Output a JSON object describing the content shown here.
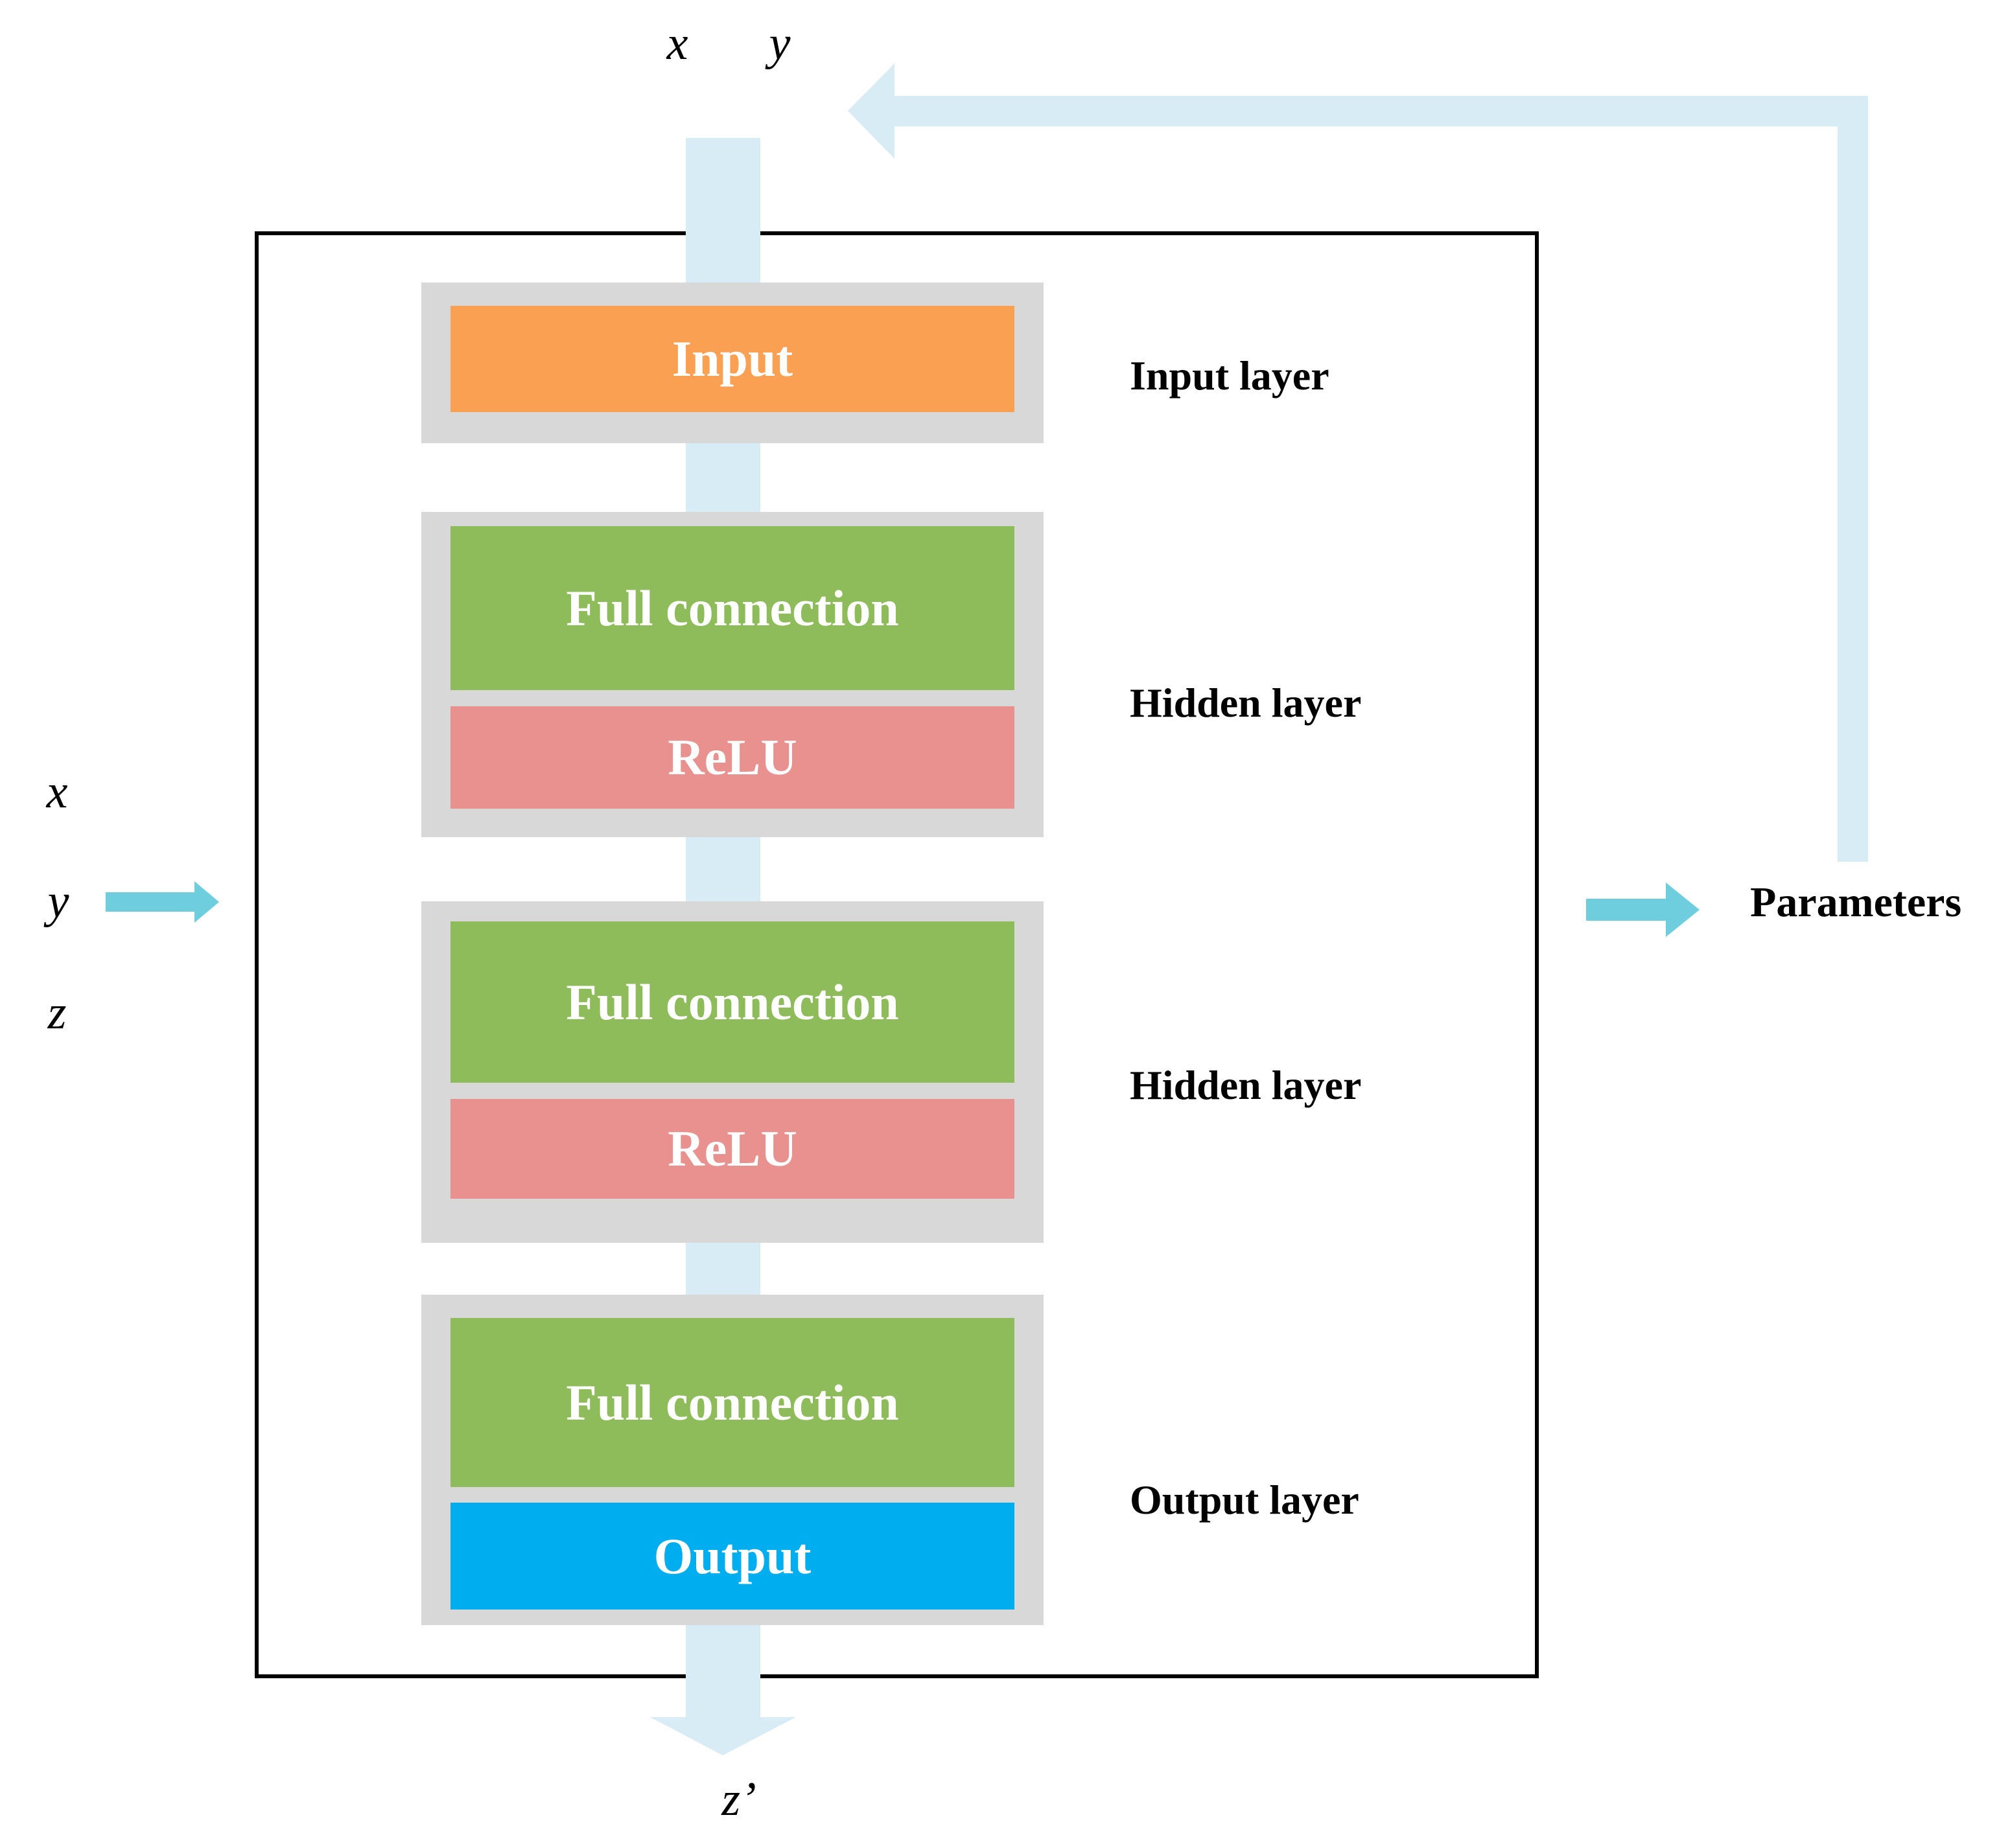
{
  "figure": {
    "top_inputs": {
      "first": "x",
      "second": "y"
    },
    "left_inputs": {
      "first": "x",
      "second": "y",
      "third": "z"
    },
    "bottom_output": "z’",
    "parameters_label": "Parameters",
    "rows": [
      {
        "side_label": "Input layer",
        "blocks": [
          {
            "name": "input",
            "text": "Input"
          }
        ]
      },
      {
        "side_label": "Hidden layer",
        "blocks": [
          {
            "name": "full-connection",
            "text": "Full connection"
          },
          {
            "name": "relu",
            "text": "ReLU"
          }
        ]
      },
      {
        "side_label": "Hidden layer",
        "blocks": [
          {
            "name": "full-connection",
            "text": "Full connection"
          },
          {
            "name": "relu",
            "text": "ReLU"
          }
        ]
      },
      {
        "side_label": "Output layer",
        "blocks": [
          {
            "name": "full-connection",
            "text": "Full connection"
          },
          {
            "name": "output",
            "text": "Output"
          }
        ]
      }
    ]
  },
  "colors": {
    "flow": "#d7ecf4",
    "cyan": "#6fcedd",
    "gray": "#d8d8d8",
    "orange": "#f9a052",
    "green": "#8fbc5b",
    "pink": "#e8918f",
    "blue": "#00aeef",
    "border": "#000000"
  }
}
